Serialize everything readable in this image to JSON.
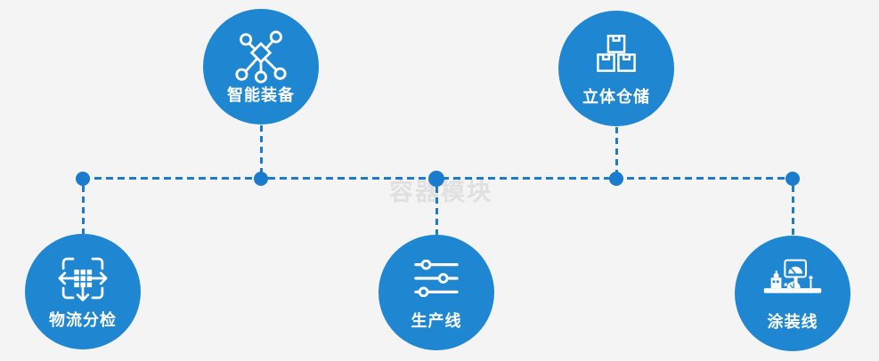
{
  "app": {
    "background_color": "#f4f4f4",
    "node_color": "#1f87d2",
    "connector_color": "#1b7ccd",
    "watermark_color": "#e0e0e0",
    "text_color": "#ffffff"
  },
  "watermark": {
    "text": "容器模块"
  },
  "diagram": {
    "nodes": [
      {
        "label": "智能装备",
        "icon": "network-nodes-icon",
        "position": "top-left"
      },
      {
        "label": "立体仓储",
        "icon": "stacked-boxes-icon",
        "position": "top-right"
      },
      {
        "label": "物流分检",
        "icon": "sorting-grid-arrows-icon",
        "position": "bottom-left"
      },
      {
        "label": "生产线",
        "icon": "sliders-icon",
        "position": "bottom-center"
      },
      {
        "label": "涂装线",
        "icon": "control-station-icon",
        "position": "bottom-right"
      }
    ]
  }
}
